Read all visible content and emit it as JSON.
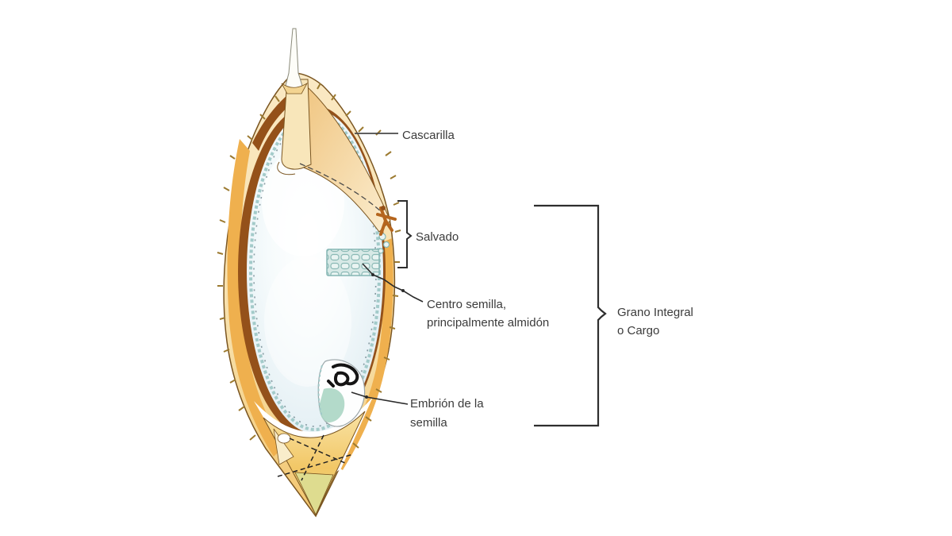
{
  "diagram": {
    "subject": "grain-cross-section",
    "labels": {
      "cascarilla": {
        "text": "Cascarilla"
      },
      "salvado": {
        "text": "Salvado"
      },
      "centro": {
        "line1": "Centro semilla,",
        "line2": "principalmente almidón"
      },
      "embrion": {
        "line1": "Embrión de la",
        "line2": "semilla"
      },
      "grano": {
        "line1": "Grano Integral",
        "line2": "o Cargo"
      }
    },
    "colors": {
      "husk_cream": "#F9E8C2",
      "husk_gold": "#EFB04E",
      "bran_brown": "#94511A",
      "aleurone_teal": "#9FC9C8",
      "endosperm_blue": "#E6F1F5",
      "embryo_teal": "#ABD6C4",
      "tip_green": "#DEDC8F",
      "line_dark": "#2e2e2e"
    }
  }
}
